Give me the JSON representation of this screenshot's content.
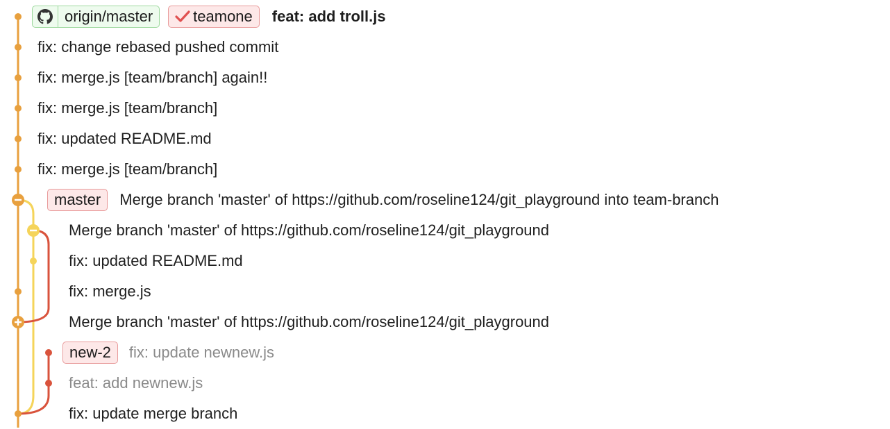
{
  "commits": [
    {
      "message": "feat: add troll.js",
      "bold": true,
      "remote": "origin/master",
      "remote_icon": "github-icon",
      "local": "teamone",
      "local_icon": "check-icon"
    },
    {
      "message": "fix: change rebased pushed commit"
    },
    {
      "message": "fix: merge.js [team/branch] again!!"
    },
    {
      "message": "fix: merge.js [team/branch]"
    },
    {
      "message": "fix: updated README.md"
    },
    {
      "message": "fix: merge.js [team/branch]"
    },
    {
      "message": "Merge branch 'master' of https://github.com/roseline124/git_playground into team-branch",
      "branch": "master"
    },
    {
      "message": "Merge branch 'master' of https://github.com/roseline124/git_playground"
    },
    {
      "message": "fix: updated README.md"
    },
    {
      "message": "fix: merge.js"
    },
    {
      "message": "Merge branch 'master' of https://github.com/roseline124/git_playground"
    },
    {
      "message": "fix: update newnew.js",
      "branch": "new-2",
      "dim": true
    },
    {
      "message": "feat: add newnew.js",
      "dim": true
    },
    {
      "message": "fix: update merge branch"
    }
  ],
  "colors": {
    "orange": "#e8a03e",
    "yellow": "#f5d45a",
    "red": "#d9533c",
    "check": "#e05050"
  }
}
